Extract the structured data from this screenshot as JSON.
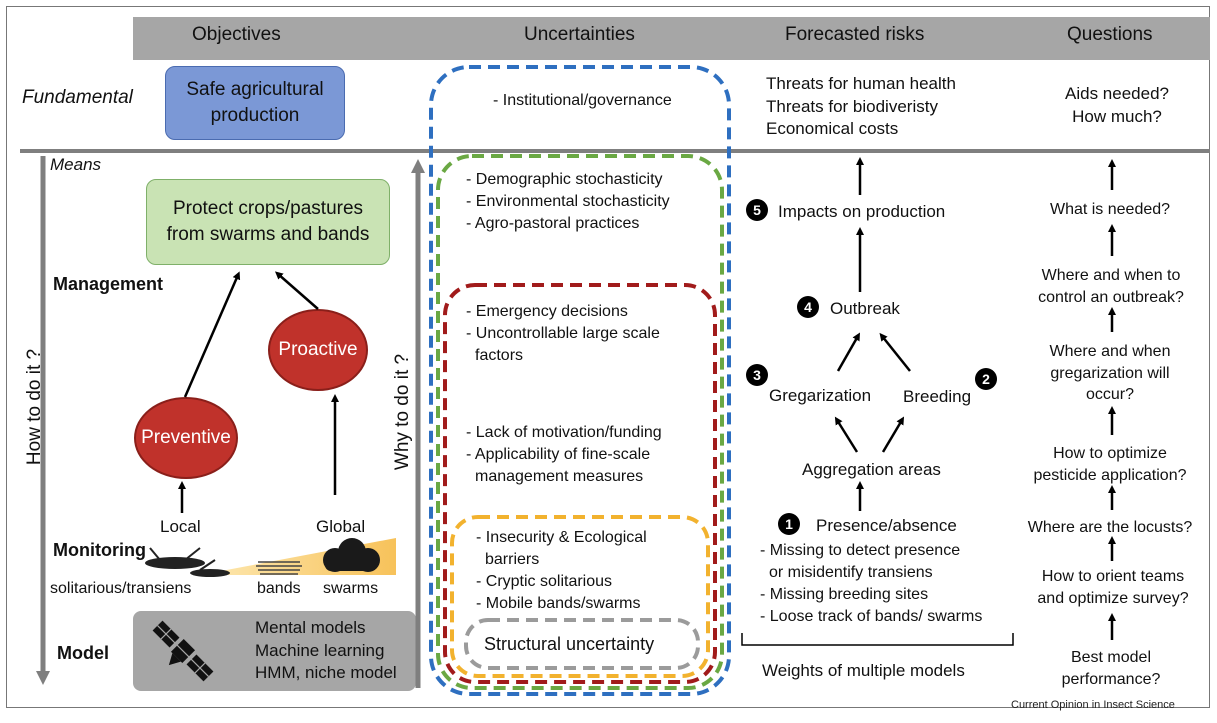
{
  "headers": {
    "objectives": "Objectives",
    "uncertainties": "Uncertainties",
    "risks": "Forecasted risks",
    "questions": "Questions"
  },
  "rows": {
    "fundamental": "Fundamental",
    "means": "Means",
    "management": "Management",
    "monitoring": "Monitoring",
    "model": "Model"
  },
  "axes": {
    "how": "How to do it ?",
    "why": "Why to do it ?"
  },
  "objectives": {
    "fundamental_box": [
      "Safe agricultural",
      "production"
    ],
    "means_box": [
      "Protect crops/pastures",
      "from swarms and bands"
    ],
    "preventive": "Preventive",
    "proactive": "Proactive",
    "local": "Local",
    "global": "Global",
    "solitarious": "solitarious/transiens",
    "bands": "bands",
    "swarms": "swarms",
    "model_lines": [
      "Mental models",
      "Machine learning",
      "HMM, niche model"
    ]
  },
  "uncertainties": {
    "blue": [
      "- Institutional/governance"
    ],
    "green": [
      "- Demographic stochasticity",
      "- Environmental stochasticity",
      "- Agro-pastoral practices"
    ],
    "red1": [
      "- Emergency decisions",
      "- Uncontrollable large scale",
      "factors"
    ],
    "red2": [
      "- Lack of motivation/funding",
      "- Applicability of fine-scale",
      "management measures"
    ],
    "yellow": [
      "- Insecurity & Ecological",
      "barriers",
      "- Cryptic solitarious",
      "- Mobile bands/swarms"
    ],
    "structural": "Structural uncertainty"
  },
  "risks": {
    "fundamental": [
      "Threats for human health",
      "Threats for biodiveristy",
      "Economical costs"
    ],
    "n5": "5",
    "impacts": "Impacts on production",
    "n4": "4",
    "outbreak": "Outbreak",
    "n3": "3",
    "gregarization": "Gregarization",
    "n2": "2",
    "breeding": "Breeding",
    "aggregation": "Aggregation areas",
    "n1": "1",
    "presence": "Presence/absence",
    "presence_list": [
      "- Missing to detect presence",
      "or misidentify transiens",
      "- Missing breeding sites",
      "- Loose track of bands/ swarms"
    ],
    "weights": "Weights of multiple models"
  },
  "questions": {
    "fundamental": [
      "Aids needed?",
      "How much?"
    ],
    "q1": [
      "What is needed?"
    ],
    "q2": [
      "Where and when to",
      "control an outbreak?"
    ],
    "q3": [
      "Where and when",
      "gregarization will",
      "occur?"
    ],
    "q4": [
      "How to optimize",
      "pesticide application?"
    ],
    "q5": [
      "Where are the locusts?"
    ],
    "q6": [
      "How to orient teams",
      "and optimize survey?"
    ],
    "q7": [
      "Best model",
      "performance?"
    ]
  },
  "credit": "Current Opinion in Insect Science",
  "colors": {
    "header": "#a6a6a6",
    "fundamental_box": "#7b98d6",
    "means_box": "#c9e3b4",
    "ellipse": "#c0322b",
    "model_band": "#a6a6a6",
    "blue_dash": "#2e6fc0",
    "green_dash": "#6aa843",
    "red_dash": "#a11b1b",
    "yellow_dash": "#f2b22e",
    "grey_dash": "#9b9b9b"
  }
}
